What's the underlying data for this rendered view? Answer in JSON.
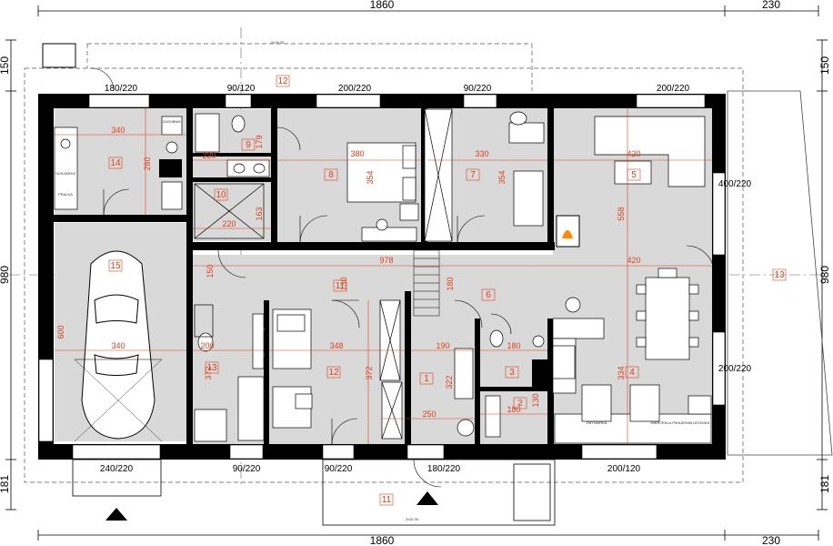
{
  "overall": {
    "width_top": "1860",
    "ext_top": "230",
    "width_bottom": "1860",
    "ext_bottom": "230",
    "depth_left": "980",
    "depth_right": "980",
    "top_offset_left": "150",
    "bottom_offset_left": "181",
    "top_offset_right": "150",
    "bottom_offset_right": "181"
  },
  "rooms": [
    {
      "num": "1"
    },
    {
      "num": "2"
    },
    {
      "num": "3"
    },
    {
      "num": "4"
    },
    {
      "num": "5"
    },
    {
      "num": "6"
    },
    {
      "num": "7"
    },
    {
      "num": "8"
    },
    {
      "num": "9"
    },
    {
      "num": "10"
    },
    {
      "num": "11"
    },
    {
      "num": "12"
    },
    {
      "num": "13"
    },
    {
      "num": "14"
    },
    {
      "num": "15"
    },
    {
      "num": "13"
    },
    {
      "num": "11"
    },
    {
      "num": "12"
    }
  ],
  "inner_dims": {
    "d340a": "340",
    "d280": "280",
    "d220a": "220",
    "d179": "179",
    "d220b": "220",
    "d163": "163",
    "d380": "380",
    "d354a": "354",
    "d330": "330",
    "d354b": "354",
    "d420a": "420",
    "d558": "558",
    "d978": "978",
    "d420b": "420",
    "d130a": "130",
    "d180a": "180",
    "d150": "150",
    "d600": "600",
    "d340b": "340",
    "d200": "200",
    "d372a": "372",
    "d348": "348",
    "d372b": "372",
    "d190": "190",
    "d322": "322",
    "d180b": "180",
    "d180c": "180",
    "d130b": "130",
    "d250": "250",
    "d334": "334"
  },
  "openings": {
    "o1": "180/220",
    "o2": "90/120",
    "o3": "200/220",
    "o4": "90/220",
    "o5": "200/220",
    "o6": "400/220",
    "o7": "200/220",
    "o8": "240/220",
    "o9": "90/220",
    "o10": "90/220",
    "o11": "180/220",
    "o12": "200/120",
    "stair_top": "2x15 30",
    "stair_bottom": "2x15 30"
  },
  "labels": {
    "zasobnik": "ZASOBNIK",
    "suszarka": "SUSZARKA",
    "pralka": "PRALKA",
    "zmywarka": "ZMYWARKA",
    "mikrofala": "MIKROFALA PIEKARNIK",
    "lodowka": "LODÓWKA"
  },
  "colors": {
    "wall": "#000000",
    "floor": "#d9d9d9",
    "dim_red": "#e0401a",
    "room_label": "#e0401a"
  }
}
